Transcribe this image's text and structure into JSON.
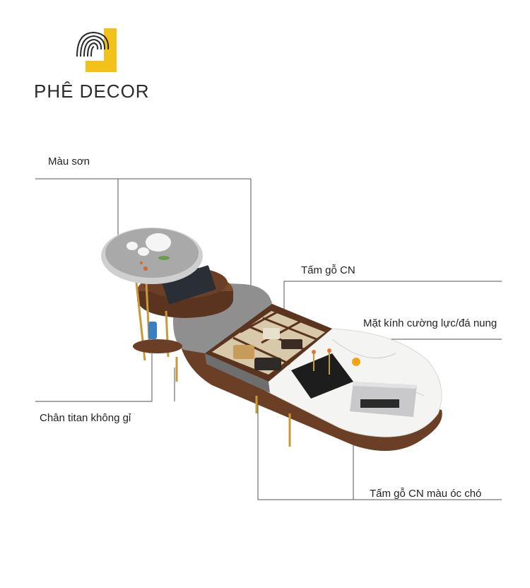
{
  "brand": {
    "name": "PHÊ DECOR",
    "colors": {
      "accent": "#f2c21b",
      "text": "#2b2b2b"
    }
  },
  "callouts": {
    "paint_color": "Màu sơn",
    "engineered_wood": "Tấm gỗ CN",
    "tempered_glass": "Mặt kính cường lực/đá nung",
    "titanium_legs": "Chân titan không gỉ",
    "walnut_wood": "Tấm gỗ CN màu óc chó"
  },
  "product_image": {
    "subject": "extendable coffee table with rotating round trays, drawer and marble top",
    "colors": {
      "wood": "#7a4a2e",
      "wood_dark": "#5a341f",
      "grey": "#8f8f8f",
      "marble": "#f4f4f2",
      "gold": "#c99a3a"
    }
  }
}
